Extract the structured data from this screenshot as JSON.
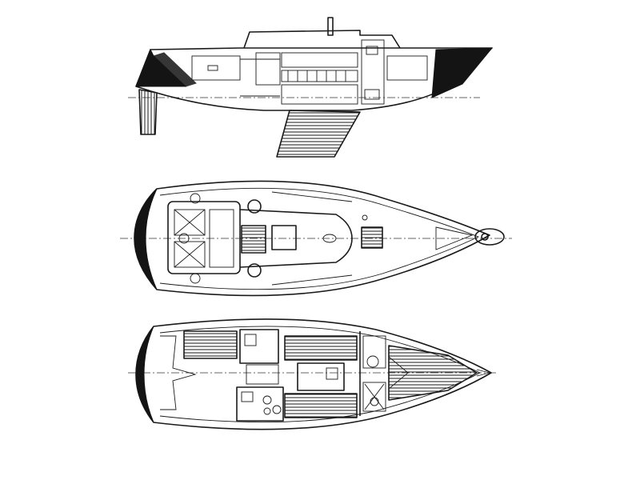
{
  "drawing": {
    "colors": {
      "ink": "#1a1a1a",
      "paper": "#ffffff",
      "shade": "#141414"
    },
    "views": [
      "profile-view",
      "deck-plan-view",
      "interior-layout-view"
    ]
  }
}
